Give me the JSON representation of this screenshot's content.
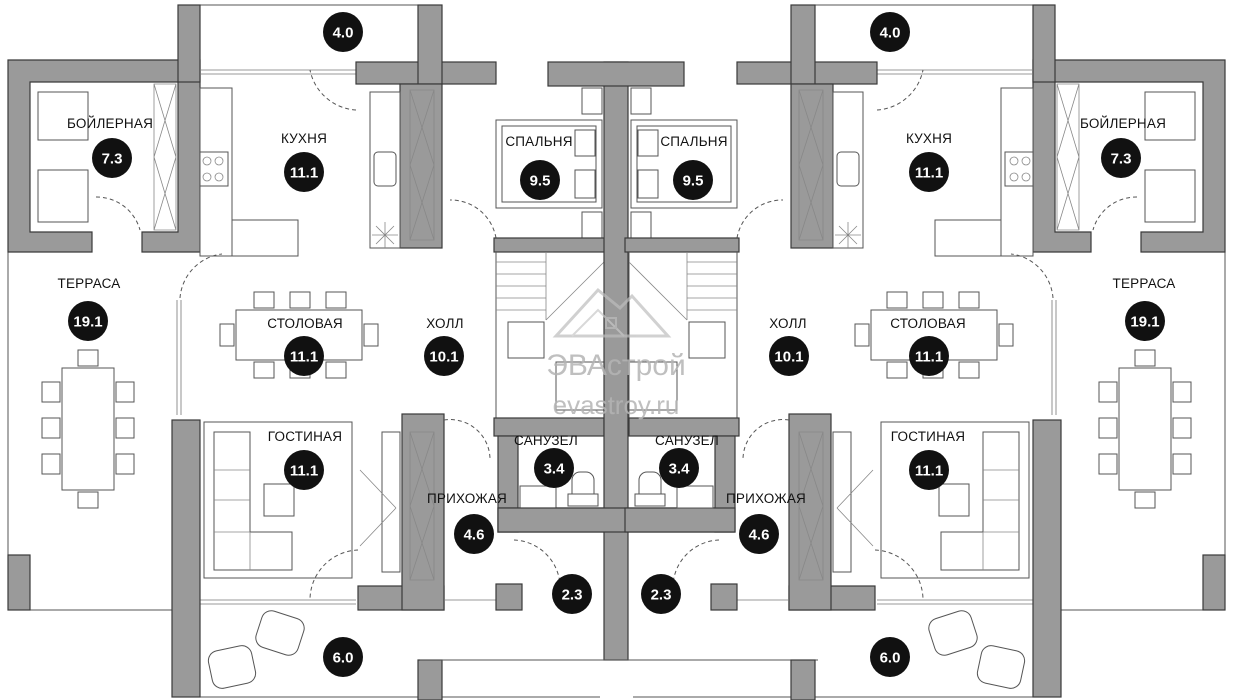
{
  "watermark": {
    "brand": "ЭВАстрой",
    "site": "evastroy.ru"
  },
  "rooms": [
    {
      "id": "l-top-4",
      "area": "4.0",
      "label": ""
    },
    {
      "id": "l-boiler",
      "area": "7.3",
      "label": "БОЙЛЕРНАЯ"
    },
    {
      "id": "l-kitchen",
      "area": "11.1",
      "label": "КУХНЯ"
    },
    {
      "id": "l-bedroom",
      "area": "9.5",
      "label": "СПАЛЬНЯ"
    },
    {
      "id": "l-terrace",
      "area": "19.1",
      "label": "ТЕРРАСА"
    },
    {
      "id": "l-dining",
      "area": "11.1",
      "label": "СТОЛОВАЯ"
    },
    {
      "id": "l-hall",
      "area": "10.1",
      "label": "ХОЛЛ"
    },
    {
      "id": "l-living",
      "area": "11.1",
      "label": "ГОСТИНАЯ"
    },
    {
      "id": "l-bath",
      "area": "3.4",
      "label": "САНУЗЕЛ"
    },
    {
      "id": "l-entry",
      "area": "4.6",
      "label": "ПРИХОЖАЯ"
    },
    {
      "id": "l-porch",
      "area": "2.3",
      "label": ""
    },
    {
      "id": "l-patio",
      "area": "6.0",
      "label": ""
    },
    {
      "id": "r-top-4",
      "area": "4.0",
      "label": ""
    },
    {
      "id": "r-boiler",
      "area": "7.3",
      "label": "БОЙЛЕРНАЯ"
    },
    {
      "id": "r-kitchen",
      "area": "11.1",
      "label": "КУХНЯ"
    },
    {
      "id": "r-bedroom",
      "area": "9.5",
      "label": "СПАЛЬНЯ"
    },
    {
      "id": "r-terrace",
      "area": "19.1",
      "label": "ТЕРРАСА"
    },
    {
      "id": "r-dining",
      "area": "11.1",
      "label": "СТОЛОВАЯ"
    },
    {
      "id": "r-hall",
      "area": "10.1",
      "label": "ХОЛЛ"
    },
    {
      "id": "r-living",
      "area": "11.1",
      "label": "ГОСТИНАЯ"
    },
    {
      "id": "r-bath",
      "area": "3.4",
      "label": "САНУЗЕЛ"
    },
    {
      "id": "r-entry",
      "area": "4.6",
      "label": "ПРИХОЖАЯ"
    },
    {
      "id": "r-porch",
      "area": "2.3",
      "label": ""
    },
    {
      "id": "r-patio",
      "area": "6.0",
      "label": ""
    }
  ]
}
